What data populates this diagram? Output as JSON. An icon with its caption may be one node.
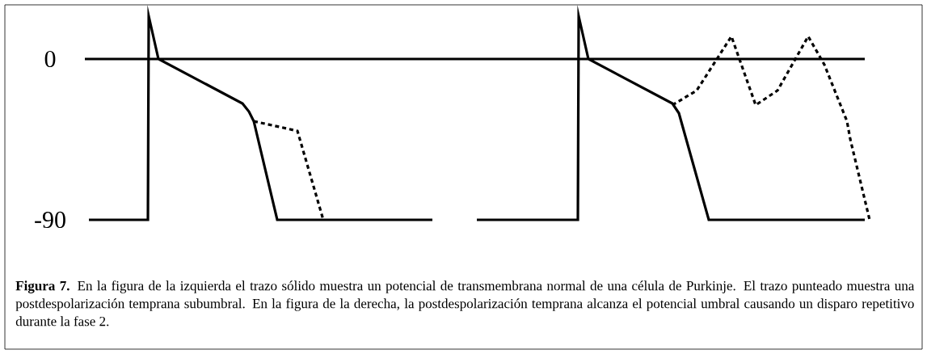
{
  "diagram": {
    "caption": "**Figura 7.** En la figura de la izquierda el trazo sólido muestra un potencial de transmembrana normal de una célula de Purkinje. El trazo punteado muestra una postdespolarización temprana subumbral. En la figura de la derecha, la postdespolarización temprana alcanza el potencial umbral causando un disparo repetitivo durante la fase 2.",
    "labels": [
      "0",
      "-90"
    ]
  }
}
